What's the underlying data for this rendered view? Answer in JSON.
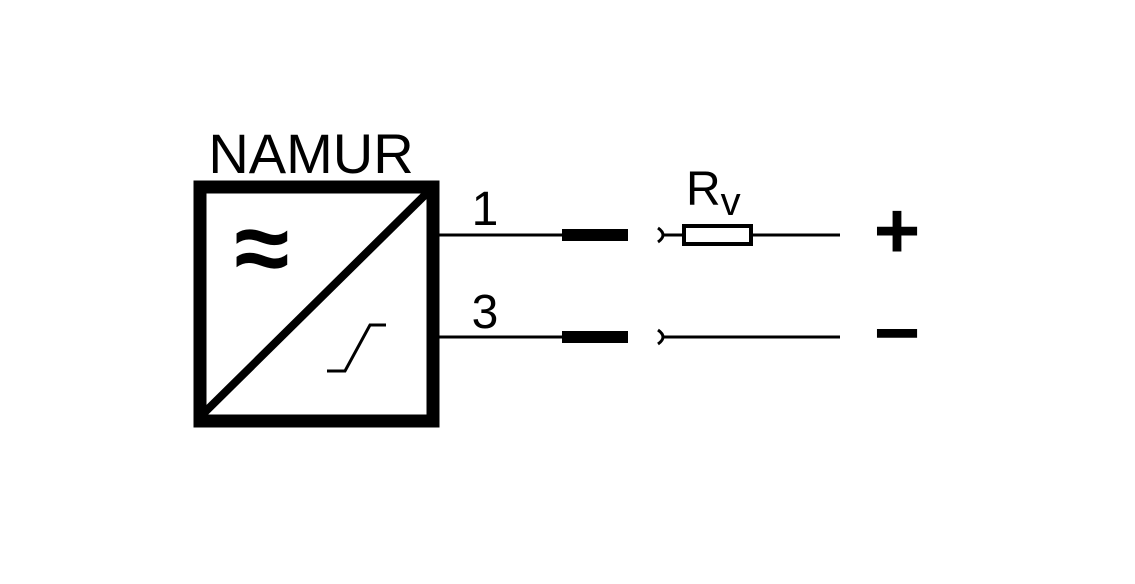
{
  "device": {
    "title": "NAMUR",
    "sensing_symbol": "≈"
  },
  "terminals": [
    {
      "number": "1",
      "polarity": "+"
    },
    {
      "number": "3",
      "polarity": "−"
    }
  ],
  "resistor": {
    "label_main": "R",
    "label_sub": "v"
  },
  "colors": {
    "stroke": "#000000",
    "background": "#ffffff"
  }
}
